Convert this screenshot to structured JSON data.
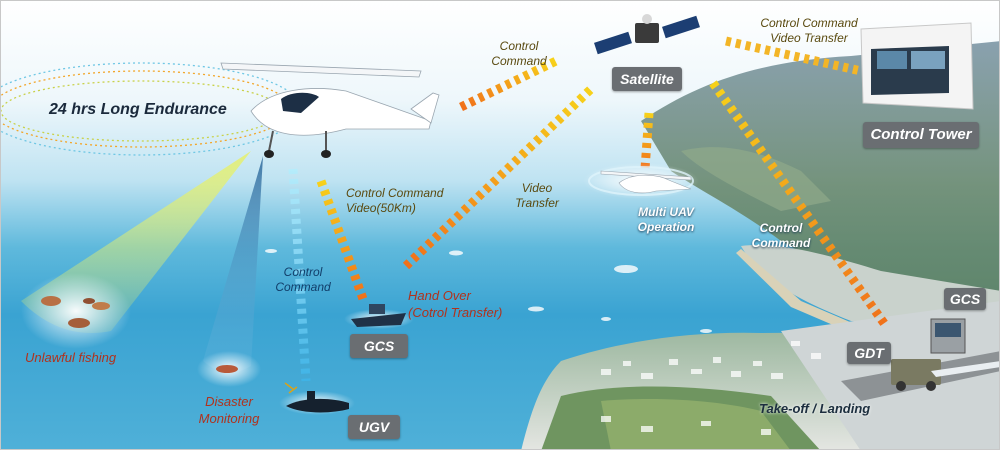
{
  "labels": {
    "endurance": "24 hrs Long Endurance",
    "satellite": "Satellite",
    "control_tower": "Control Tower",
    "gcs_water": "GCS",
    "gcs_land": "GCS",
    "gdt": "GDT",
    "ugv": "UGV",
    "cc_top_left_1": "Control",
    "cc_top_left_2": "Command",
    "cc_top_right_1": "Control Command",
    "cc_top_right_2": "Video Transfer",
    "cc_video_1": "Control Command",
    "cc_video_2": "Video(50Km)",
    "video_transfer_1": "Video",
    "video_transfer_2": "Transfer",
    "control_command_left_1": "Control",
    "control_command_left_2": "Command",
    "control_command_right_1": "Control",
    "control_command_right_2": "Command",
    "multi_uav_1": "Multi UAV",
    "multi_uav_2": "Operation",
    "hand_over_1": "Hand Over",
    "hand_over_2": "(Cotrol Transfer)",
    "unlawful_fishing": "Unlawful fishing",
    "disaster_1": "Disaster",
    "disaster_2": "Monitoring",
    "takeoff_landing": "Take-off / Landing"
  },
  "colors": {
    "link_yellow": "#f2c200",
    "link_orange": "#f07a1a",
    "link_cyan": "#5cc8ec",
    "badge_gray": "#6a6e72",
    "caption_red": "#b0321d"
  }
}
